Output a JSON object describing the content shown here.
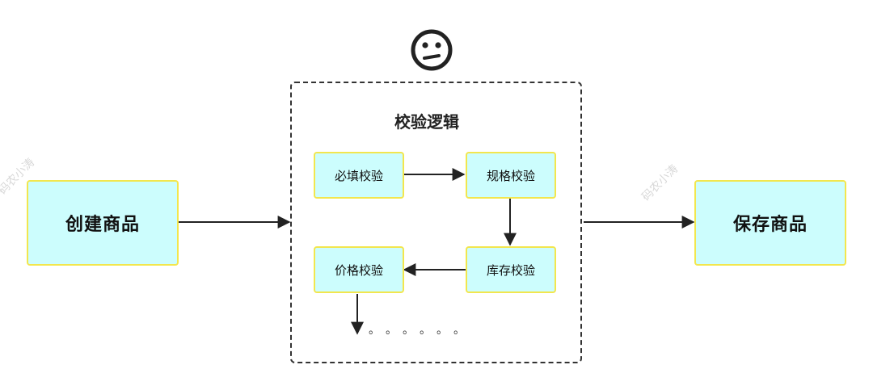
{
  "nodes": {
    "create_product": "创建商品",
    "save_product": "保存商品",
    "required_check": "必填校验",
    "spec_check": "规格校验",
    "stock_check": "库存校验",
    "price_check": "价格校验"
  },
  "group": {
    "title": "校验逻辑",
    "status_icon": "confused-face-icon"
  },
  "continuation": "。。。。。。",
  "watermark": "码农小涛",
  "colors": {
    "node_fill": "#ccfdfd",
    "node_border": "#f2e64e",
    "line": "#222222"
  }
}
